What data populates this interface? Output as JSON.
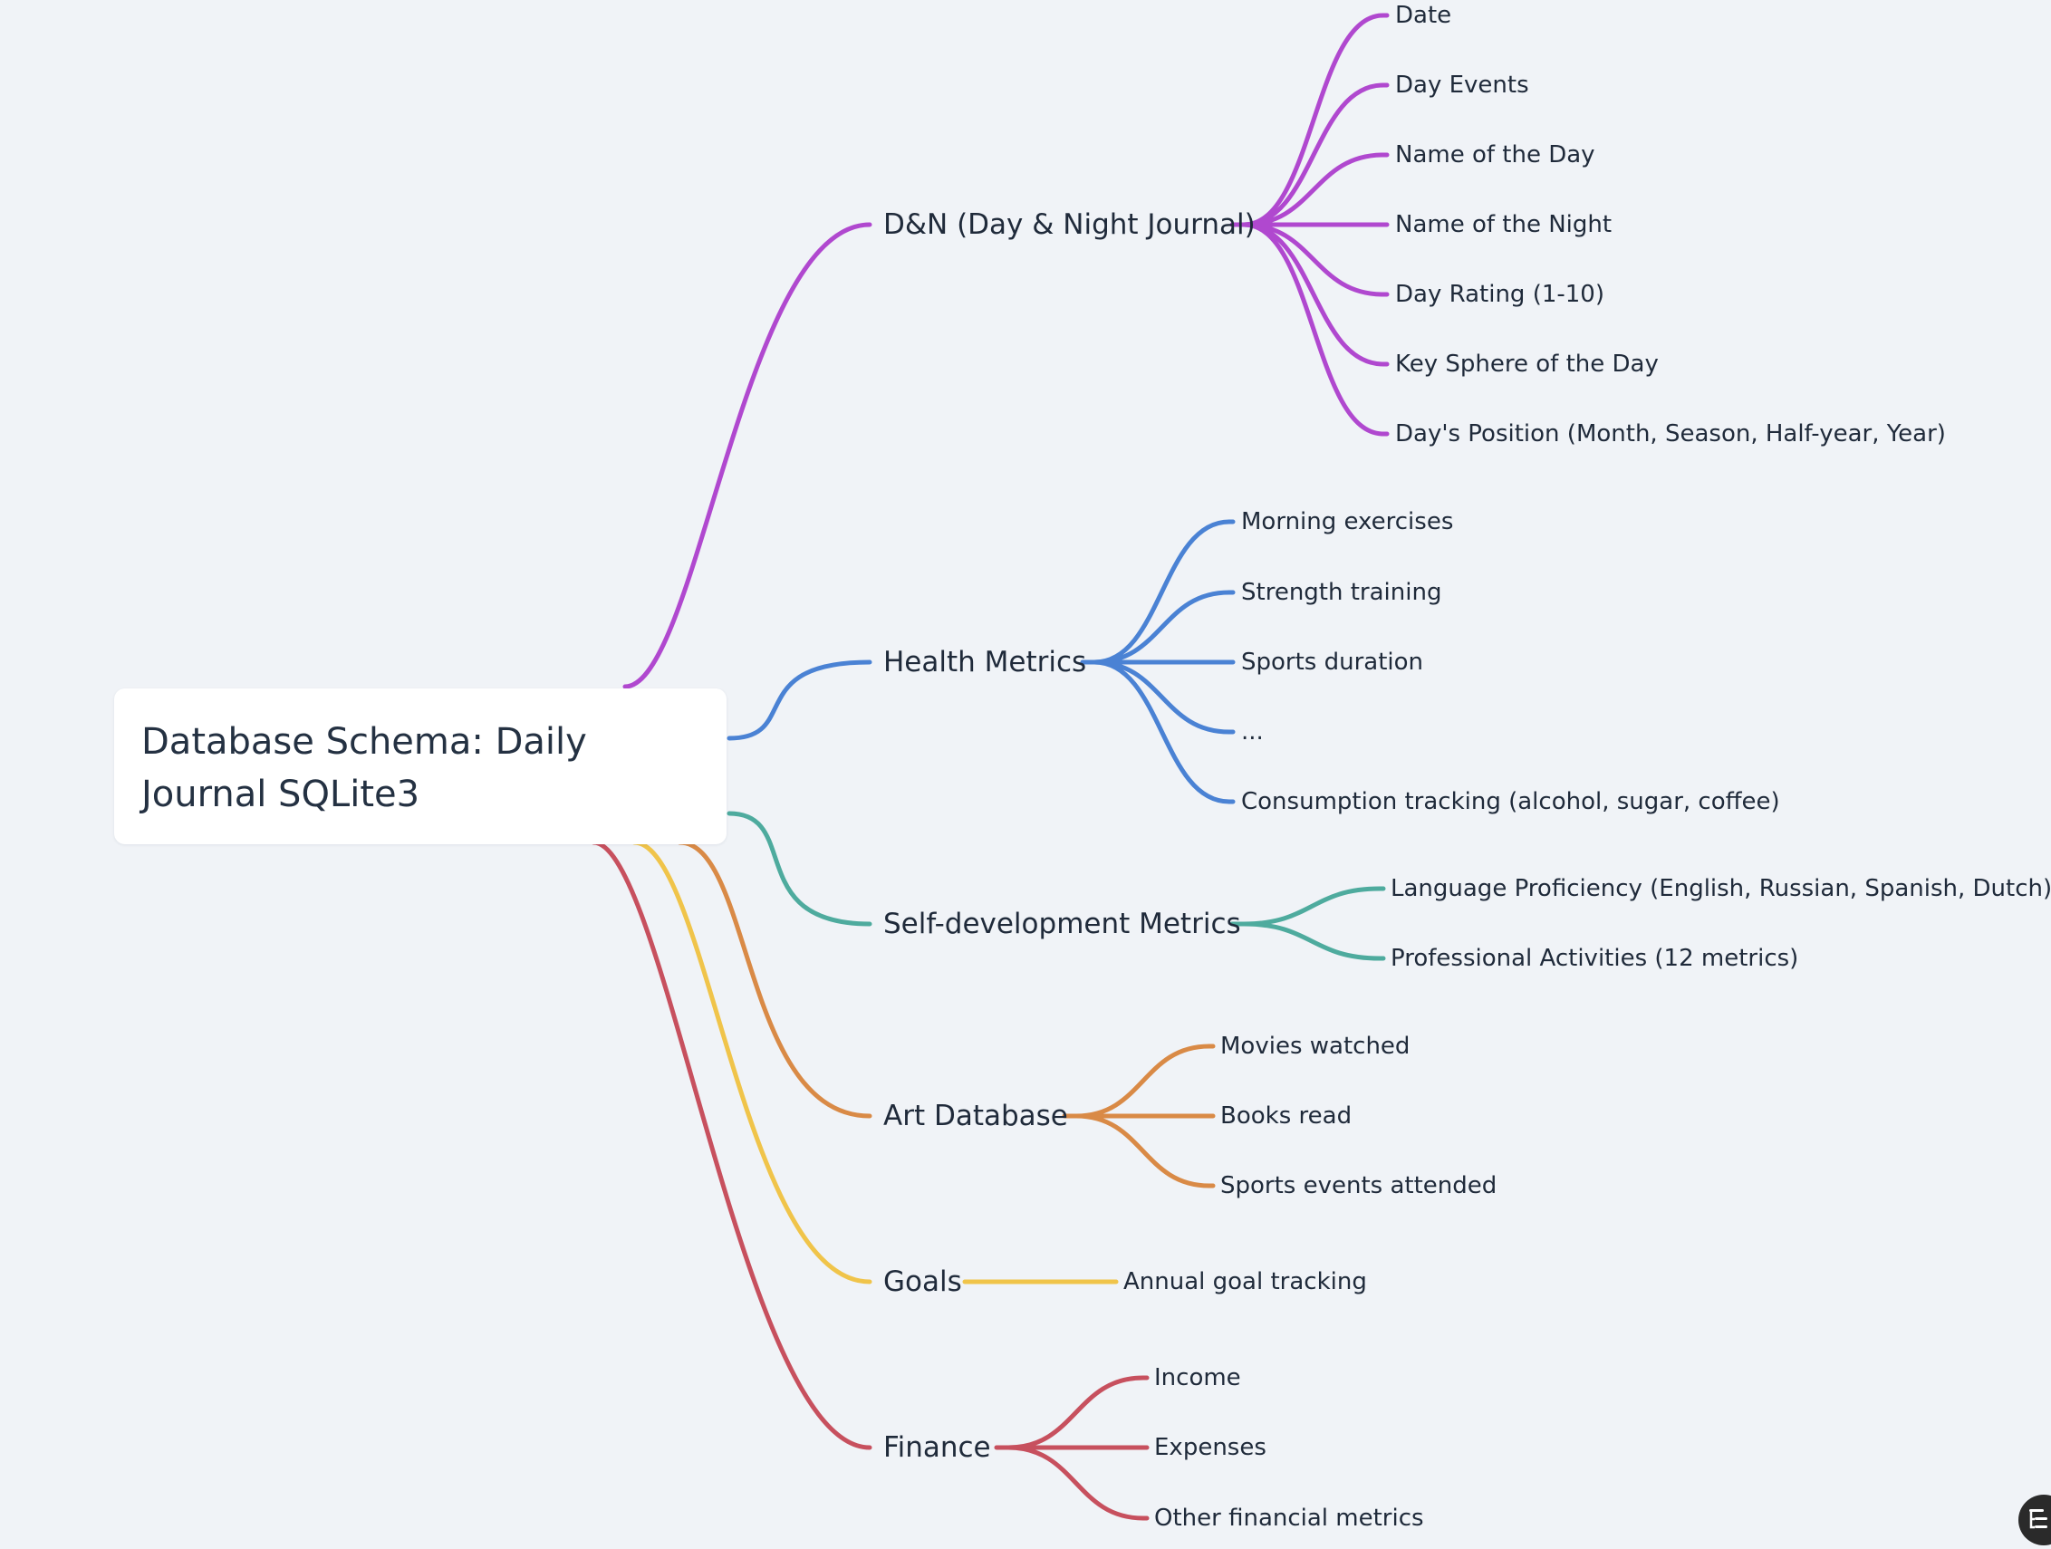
{
  "root": {
    "title": "Database Schema: Daily Journal SQLite3"
  },
  "branches": [
    {
      "label": "D&N (Day & Night Journal)",
      "color": "#b048cf",
      "children": [
        "Date",
        "Day Events",
        "Name of the Day",
        "Name of the Night",
        "Day Rating (1-10)",
        "Key Sphere of the Day",
        "Day's Position (Month, Season, Half-year, Year)"
      ]
    },
    {
      "label": "Health Metrics",
      "color": "#4a82d4",
      "children": [
        "Morning exercises",
        "Strength training",
        "Sports duration",
        "...",
        "Consumption tracking (alcohol, sugar, coffee)"
      ]
    },
    {
      "label": "Self-development Metrics",
      "color": "#4eab9e",
      "children": [
        "Language Proficiency (English, Russian, Spanish, Dutch)",
        "Professional Activities (12 metrics)"
      ]
    },
    {
      "label": "Art Database",
      "color": "#d98a46",
      "children": [
        "Movies watched",
        "Books read",
        "Sports events attended"
      ]
    },
    {
      "label": "Goals",
      "color": "#f0c44a",
      "children": [
        "Annual goal tracking"
      ]
    },
    {
      "label": "Finance",
      "color": "#c7505e",
      "children": [
        "Income",
        "Expenses",
        "Other financial metrics"
      ]
    }
  ],
  "icons": {
    "corner": "mindmap-toggle-icon"
  }
}
